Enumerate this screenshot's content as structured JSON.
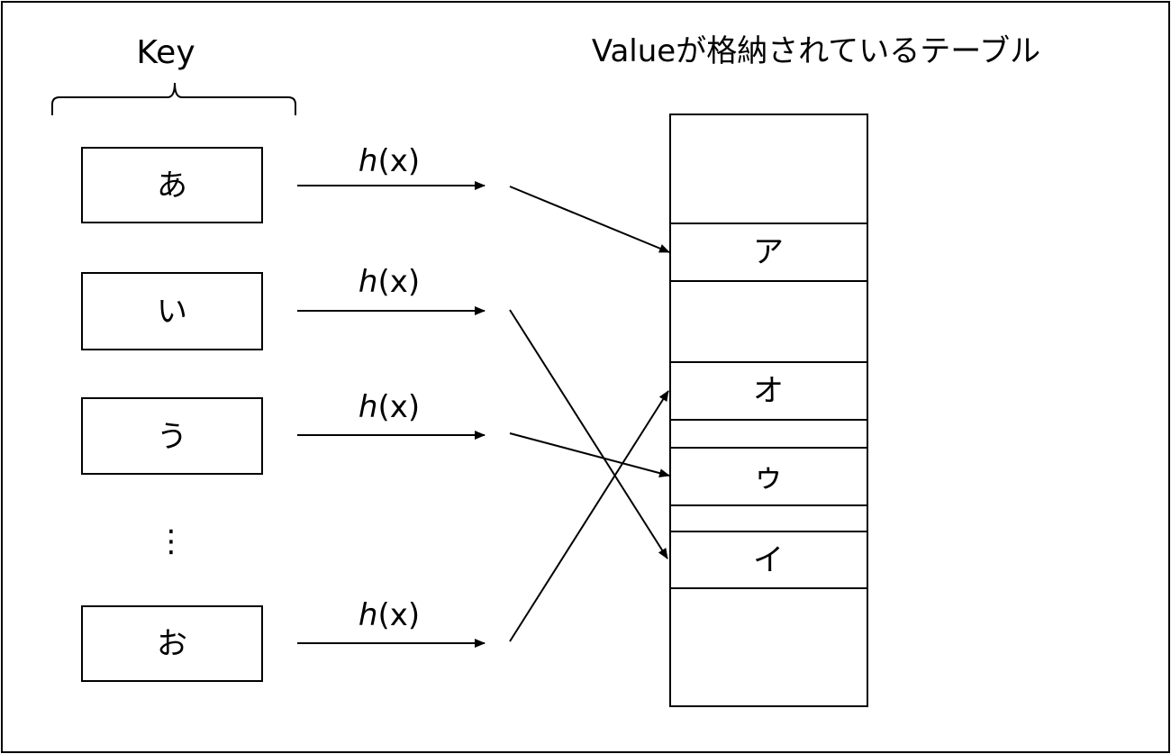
{
  "key_title": "Key",
  "table_title": "Valueが格納されているテーブル",
  "hash_fn": {
    "name": "h",
    "arg": "(x)"
  },
  "ellipsis": "⋮",
  "keys": [
    "あ",
    "い",
    "う",
    "お"
  ],
  "table_rows": [
    "",
    "ア",
    "",
    "オ",
    "",
    "ゥ",
    "",
    "イ",
    ""
  ],
  "mappings": [
    {
      "key": "あ",
      "value": "ア"
    },
    {
      "key": "い",
      "value": "イ"
    },
    {
      "key": "う",
      "value": "ゥ"
    },
    {
      "key": "お",
      "value": "オ"
    }
  ]
}
